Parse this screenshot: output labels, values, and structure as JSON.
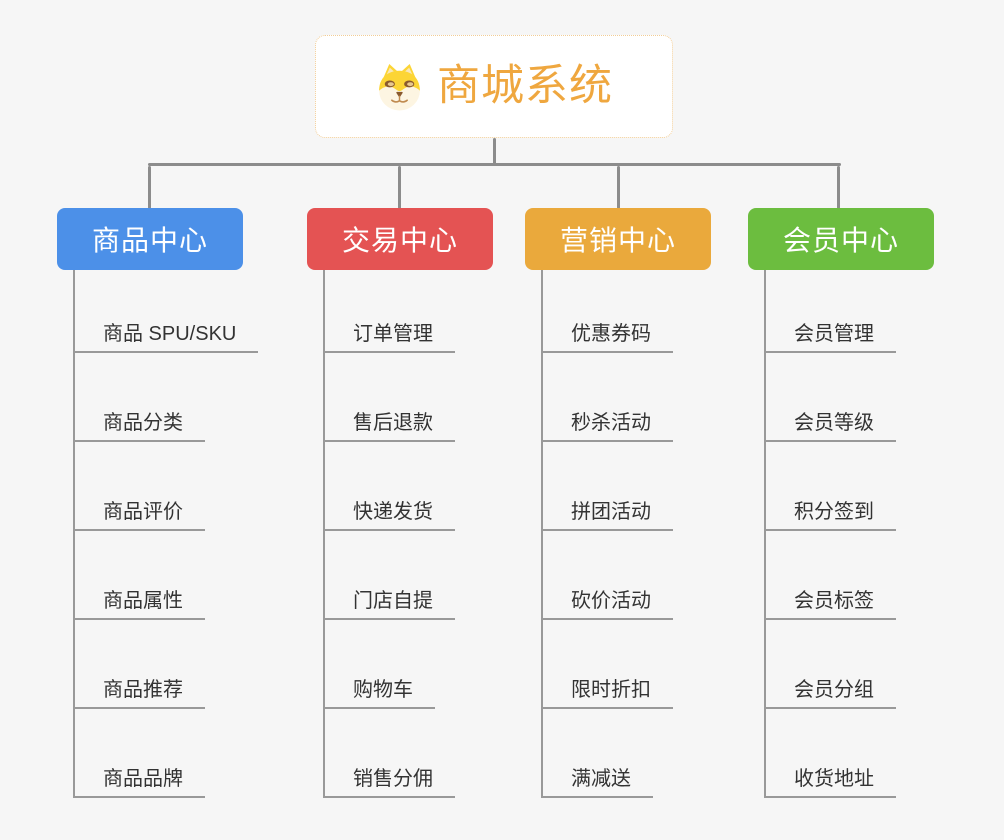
{
  "root": {
    "title": "商城系统",
    "icon": "doge-icon",
    "title_color": "#efa73f",
    "border_color": "#f2cd96"
  },
  "branches": [
    {
      "label": "商品中心",
      "color": "#4c90e8",
      "items": [
        "商品 SPU/SKU",
        "商品分类",
        "商品评价",
        "商品属性",
        "商品推荐",
        "商品品牌"
      ]
    },
    {
      "label": "交易中心",
      "color": "#e45353",
      "items": [
        "订单管理",
        "售后退款",
        "快递发货",
        "门店自提",
        "购物车",
        "销售分佣"
      ]
    },
    {
      "label": "营销中心",
      "color": "#eaa93c",
      "items": [
        "优惠券码",
        "秒杀活动",
        "拼团活动",
        "砍价活动",
        "限时折扣",
        "满减送"
      ]
    },
    {
      "label": "会员中心",
      "color": "#6cbd3f",
      "items": [
        "会员管理",
        "会员等级",
        "积分签到",
        "会员标签",
        "会员分组",
        "收货地址"
      ]
    }
  ],
  "colors": {
    "background": "#f6f6f6",
    "connector": "#8c8c8c",
    "leaf_line": "#999999",
    "leaf_text": "#333333"
  }
}
